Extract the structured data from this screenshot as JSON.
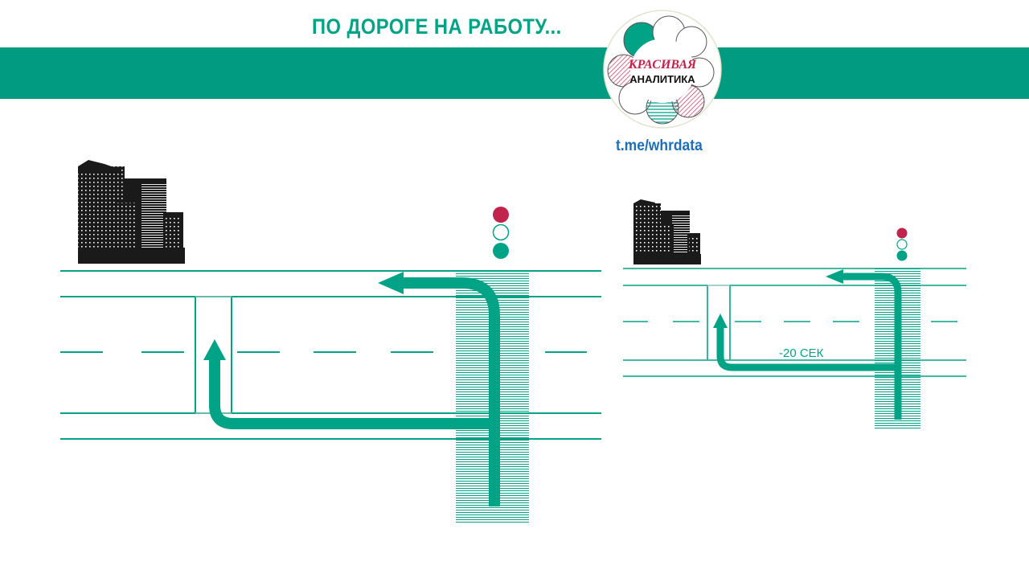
{
  "header": {
    "title": "ПО ДОРОГЕ НА РАБОТУ...",
    "link": "t.me/whrdata",
    "band_color": "#009b81"
  },
  "logo": {
    "line1": "КРАСИВАЯ",
    "line2": "АНАЛИТИКА",
    "icon": "flower-badge-icon"
  },
  "colors": {
    "teal": "#00a386",
    "red": "#c0244c",
    "dark": "#1a1a1a"
  },
  "diagram_right": {
    "time_label": "-20 СЕК"
  }
}
